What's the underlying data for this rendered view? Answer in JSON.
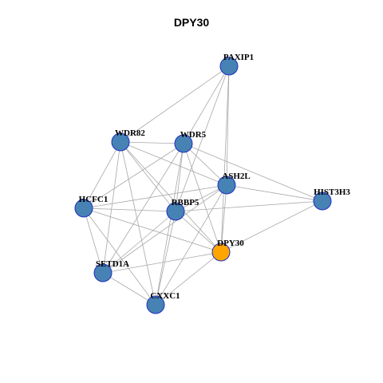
{
  "title": "DPY30",
  "colors": {
    "default_node": "#4682b4",
    "focus_node": "#ffa500",
    "node_border": "#1f2fbf",
    "edge": "#a8a8a8"
  },
  "nodes": [
    {
      "id": "PAXIP1",
      "label": "PAXIP1",
      "focus": false
    },
    {
      "id": "WDR82",
      "label": "WDR82",
      "focus": false
    },
    {
      "id": "WDR5",
      "label": "WDR5",
      "focus": false
    },
    {
      "id": "ASH2L",
      "label": "ASH2L",
      "focus": false
    },
    {
      "id": "HIST3H3",
      "label": "HIST3H3",
      "focus": false
    },
    {
      "id": "HCFC1",
      "label": "HCFC1",
      "focus": false
    },
    {
      "id": "RBBP5",
      "label": "RBBP5",
      "focus": false
    },
    {
      "id": "DPY30",
      "label": "DPY30",
      "focus": true
    },
    {
      "id": "SETD1A",
      "label": "SETD1A",
      "focus": false
    },
    {
      "id": "CXXC1",
      "label": "CXXC1",
      "focus": false
    }
  ],
  "edges": [
    [
      "PAXIP1",
      "WDR82"
    ],
    [
      "PAXIP1",
      "WDR5"
    ],
    [
      "PAXIP1",
      "ASH2L"
    ],
    [
      "PAXIP1",
      "RBBP5"
    ],
    [
      "PAXIP1",
      "DPY30"
    ],
    [
      "WDR82",
      "WDR5"
    ],
    [
      "WDR82",
      "ASH2L"
    ],
    [
      "WDR82",
      "HCFC1"
    ],
    [
      "WDR82",
      "RBBP5"
    ],
    [
      "WDR82",
      "DPY30"
    ],
    [
      "WDR82",
      "SETD1A"
    ],
    [
      "WDR82",
      "CXXC1"
    ],
    [
      "WDR5",
      "ASH2L"
    ],
    [
      "WDR5",
      "HCFC1"
    ],
    [
      "WDR5",
      "RBBP5"
    ],
    [
      "WDR5",
      "DPY30"
    ],
    [
      "WDR5",
      "SETD1A"
    ],
    [
      "WDR5",
      "CXXC1"
    ],
    [
      "WDR5",
      "HIST3H3"
    ],
    [
      "ASH2L",
      "HIST3H3"
    ],
    [
      "ASH2L",
      "HCFC1"
    ],
    [
      "ASH2L",
      "RBBP5"
    ],
    [
      "ASH2L",
      "DPY30"
    ],
    [
      "ASH2L",
      "SETD1A"
    ],
    [
      "ASH2L",
      "CXXC1"
    ],
    [
      "HIST3H3",
      "RBBP5"
    ],
    [
      "HIST3H3",
      "DPY30"
    ],
    [
      "HCFC1",
      "RBBP5"
    ],
    [
      "HCFC1",
      "DPY30"
    ],
    [
      "HCFC1",
      "SETD1A"
    ],
    [
      "HCFC1",
      "CXXC1"
    ],
    [
      "RBBP5",
      "DPY30"
    ],
    [
      "RBBP5",
      "SETD1A"
    ],
    [
      "RBBP5",
      "CXXC1"
    ],
    [
      "DPY30",
      "SETD1A"
    ],
    [
      "DPY30",
      "CXXC1"
    ],
    [
      "SETD1A",
      "CXXC1"
    ]
  ]
}
